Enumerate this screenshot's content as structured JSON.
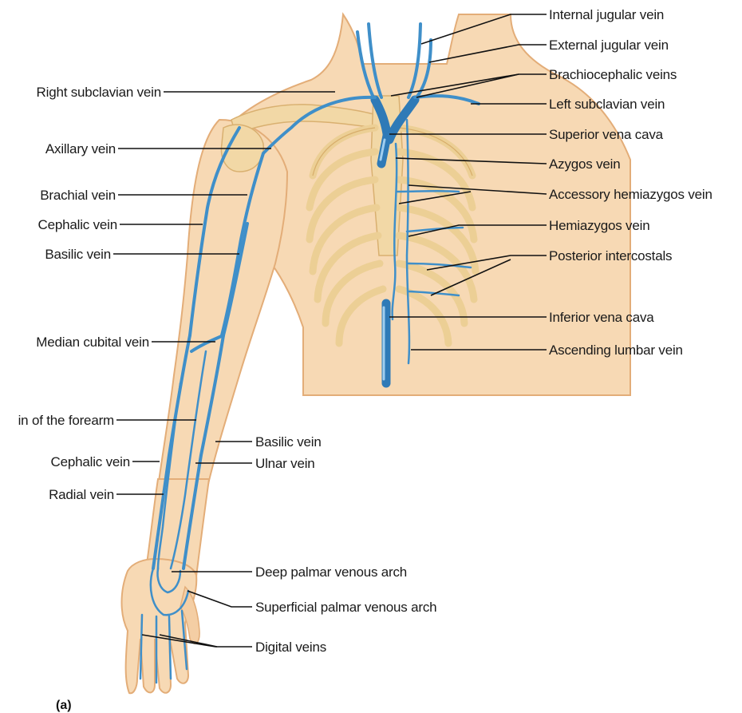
{
  "figure_label": "(a)",
  "labels_right": {
    "internal_jugular": "Internal jugular vein",
    "external_jugular": "External jugular vein",
    "brachiocephalic": "Brachiocephalic veins",
    "left_subclavian": "Left subclavian vein",
    "superior_vena_cava": "Superior vena cava",
    "azygos": "Azygos vein",
    "accessory_hemiazygos": "Accessory hemiazygos vein",
    "hemiazygos": "Hemiazygos vein",
    "posterior_intercostals": "Posterior intercostals",
    "inferior_vena_cava": "Inferior vena cava",
    "ascending_lumbar": "Ascending lumbar vein"
  },
  "labels_left": {
    "right_subclavian": "Right subclavian vein",
    "axillary": "Axillary vein",
    "brachial": "Brachial vein",
    "cephalic_upper": "Cephalic vein",
    "basilic_upper": "Basilic vein",
    "median_cubital": "Median cubital vein",
    "median_forearm": "in of the forearm",
    "cephalic_lower": "Cephalic vein",
    "radial": "Radial vein"
  },
  "labels_mid": {
    "basilic_lower": "Basilic vein",
    "ulnar": "Ulnar vein",
    "deep_palmar": "Deep palmar venous arch",
    "superficial_palmar": "Superficial palmar venous arch",
    "digital": "Digital veins"
  }
}
